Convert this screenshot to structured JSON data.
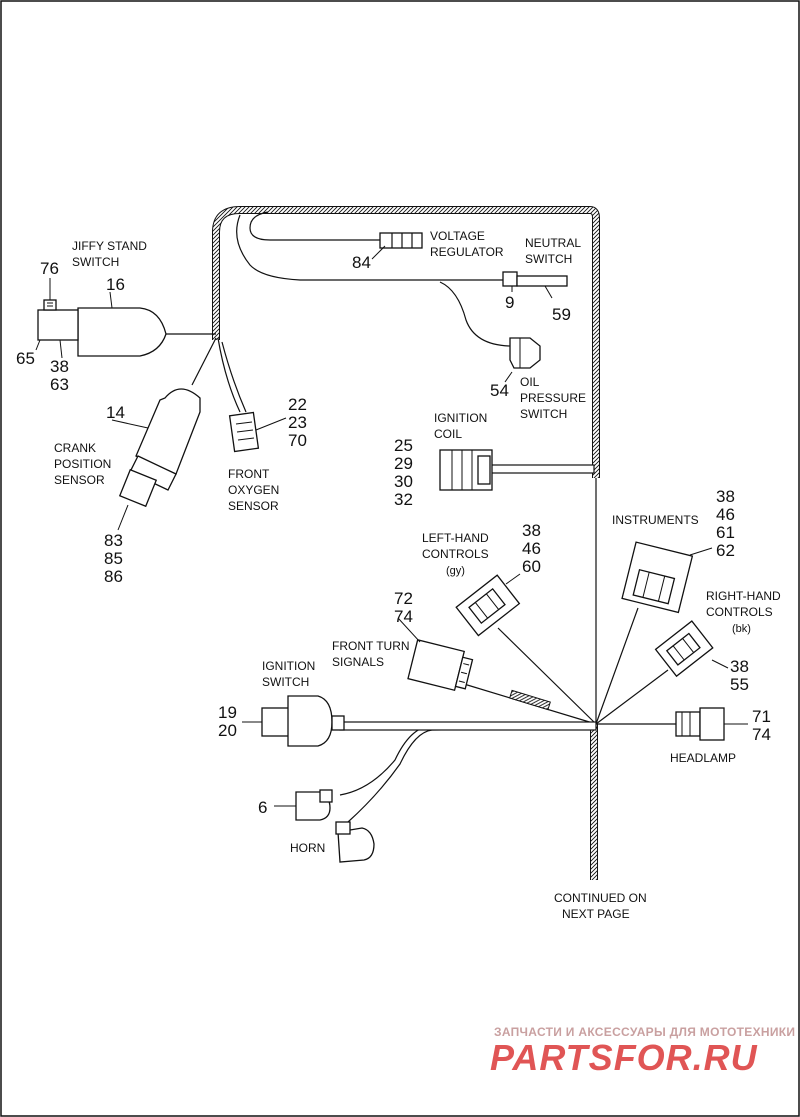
{
  "components": {
    "jiffy_stand_switch": {
      "label": [
        "JIFFY STAND",
        "SWITCH"
      ],
      "refs_top": [
        "76",
        "16"
      ],
      "refs_bottom": [
        "65",
        "38",
        "63"
      ]
    },
    "crank_position_sensor": {
      "label": [
        "CRANK",
        "POSITION",
        "SENSOR"
      ],
      "refs_top": [
        "14"
      ],
      "refs_bottom": [
        "83",
        "85",
        "86"
      ]
    },
    "front_oxygen_sensor": {
      "label": [
        "FRONT",
        "OXYGEN",
        "SENSOR"
      ],
      "refs": [
        "22",
        "23",
        "70"
      ]
    },
    "voltage_regulator": {
      "label": [
        "VOLTAGE",
        "REGULATOR"
      ],
      "refs": [
        "84"
      ]
    },
    "neutral_switch": {
      "label": [
        "NEUTRAL",
        "SWITCH"
      ],
      "refs": [
        "9",
        "59"
      ]
    },
    "oil_pressure_switch": {
      "label": [
        "OIL",
        "PRESSURE",
        "SWITCH"
      ],
      "refs": [
        "54"
      ]
    },
    "ignition_coil": {
      "label": [
        "IGNITION",
        "COIL"
      ],
      "refs": [
        "25",
        "29",
        "30",
        "32"
      ]
    },
    "instruments": {
      "label": [
        "INSTRUMENTS"
      ],
      "refs": [
        "38",
        "46",
        "61",
        "62"
      ]
    },
    "left_hand_controls": {
      "label": [
        "LEFT-HAND",
        "CONTROLS",
        "(gy)"
      ],
      "refs": [
        "38",
        "46",
        "60"
      ]
    },
    "right_hand_controls": {
      "label": [
        "RIGHT-HAND",
        "CONTROLS",
        "(bk)"
      ],
      "refs": [
        "38",
        "55"
      ]
    },
    "front_turn_signals": {
      "label": [
        "FRONT TURN",
        "SIGNALS"
      ],
      "refs": [
        "72",
        "74"
      ]
    },
    "ignition_switch": {
      "label": [
        "IGNITION",
        "SWITCH"
      ],
      "refs": [
        "19",
        "20"
      ]
    },
    "headlamp": {
      "label": [
        "HEADLAMP"
      ],
      "refs": [
        "71",
        "74"
      ]
    },
    "horn": {
      "label": [
        "HORN"
      ],
      "refs": [
        "6"
      ]
    }
  },
  "continued": [
    "CONTINUED ON",
    "NEXT PAGE"
  ],
  "watermark": {
    "line1": "ЗАПЧАСТИ И АКСЕССУАРЫ ДЛЯ МОТОТЕХНИКИ",
    "line2": "PARTSFOR.RU"
  },
  "colors": {
    "ink": "#111111",
    "watermark_red": "#e05555",
    "watermark_pink": "#c9a0a0"
  }
}
